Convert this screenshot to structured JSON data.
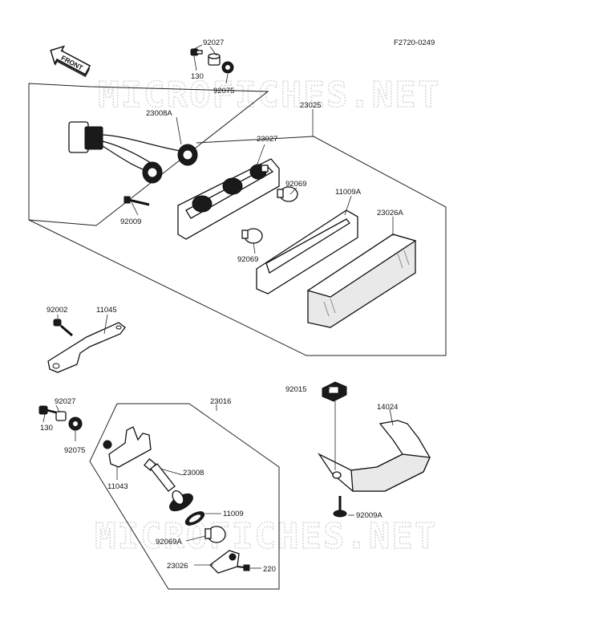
{
  "figure_ref": "F2720-0249",
  "front_label": "FRONT",
  "watermark": "MICROFICHES.NET",
  "callouts": {
    "c92027_top": "92027",
    "c130_top": "130",
    "c92075_top": "92075",
    "c23025": "23025",
    "c23008A": "23008A",
    "c23027": "23027",
    "c92069_top": "92069",
    "c11009A": "11009A",
    "c23026A": "23026A",
    "c92009": "92009",
    "c92069_bottom": "92069",
    "c92002": "92002",
    "c11045": "11045",
    "c92015": "92015",
    "c14024": "14024",
    "c92009A": "92009A",
    "c92027_bottom": "92027",
    "c130_bottom": "130",
    "c92075_bottom": "92075",
    "c23016": "23016",
    "c11043": "11043",
    "c23008": "23008",
    "c11009": "11009",
    "c92069A": "92069A",
    "c23026": "23026",
    "c220": "220"
  }
}
